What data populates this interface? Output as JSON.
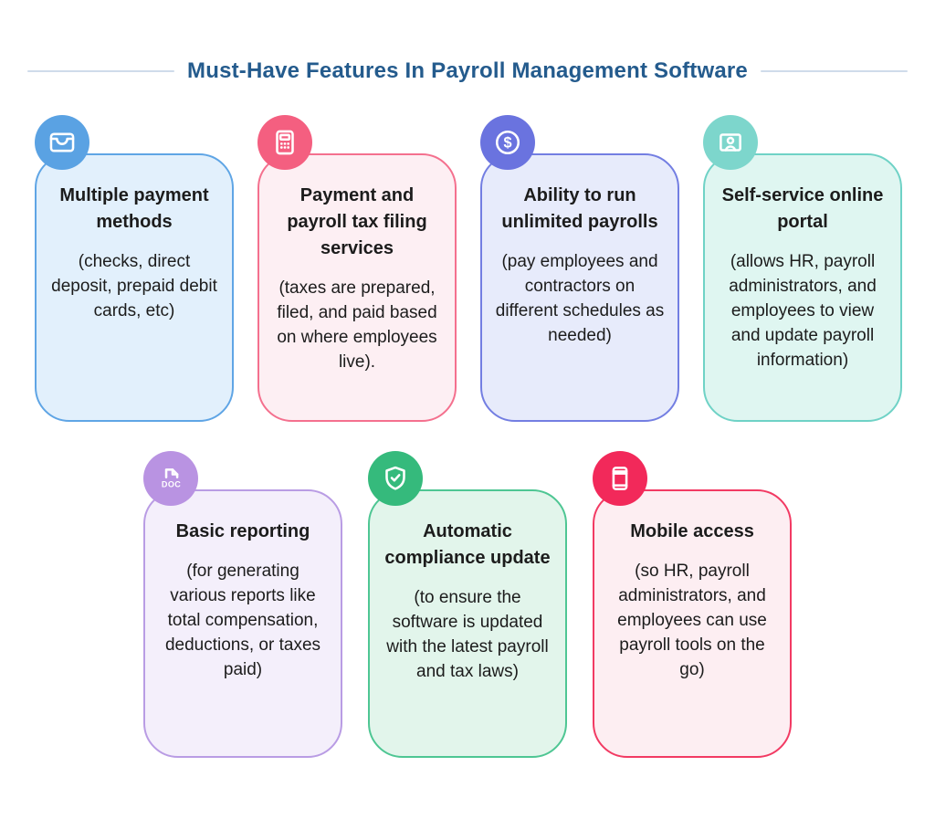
{
  "header": {
    "title": "Must-Have Features In Payroll Management Software",
    "title_color": "#245b8d",
    "rule_color": "#cfdbea"
  },
  "icon_glyphs": {
    "dollar": "$",
    "doc": "DOC"
  },
  "cards": [
    {
      "name": "multiple-payment-methods",
      "icon": "wallet-icon",
      "title": "Multiple payment methods",
      "body": "(checks, direct deposit, prepaid debit cards, etc)",
      "colors": {
        "circle": "#5aa2e3",
        "border": "#5fa5e5",
        "bg": "#e2f0fc"
      }
    },
    {
      "name": "payment-and-payroll-tax-filing-services",
      "icon": "calculator-icon",
      "title": "Payment and payroll tax filing services",
      "body": "(taxes are prepared, filed, and paid based on where employees live).",
      "colors": {
        "circle": "#f45f80",
        "border": "#f4708e",
        "bg": "#fdeff3"
      }
    },
    {
      "name": "ability-to-run-unlimited-payrolls",
      "icon": "dollar-circle-icon",
      "title": "Ability to run unlimited payrolls",
      "body": "(pay employees and contractors on different schedules as needed)",
      "colors": {
        "circle": "#6a73df",
        "border": "#737ee2",
        "bg": "#e7ebfb"
      }
    },
    {
      "name": "self-service-online-portal",
      "icon": "id-badge-icon",
      "title": "Self-service online portal",
      "body": "(allows HR, payroll administrators, and employees to view and update payroll information)",
      "colors": {
        "circle": "#7dd6cc",
        "border": "#6fd2c6",
        "bg": "#dff6f1"
      }
    },
    {
      "name": "basic-reporting",
      "icon": "doc-file-icon",
      "title": "Basic reporting",
      "body": "(for generating various reports like total compensation, deductions, or taxes paid)",
      "colors": {
        "circle": "#b993e2",
        "border": "#b99ce4",
        "bg": "#f4effb"
      }
    },
    {
      "name": "automatic-compliance-update",
      "icon": "shield-check-icon",
      "title": "Automatic compliance update",
      "body": "(to ensure the software is updated with the latest payroll and tax laws)",
      "colors": {
        "circle": "#35ba7c",
        "border": "#4ec693",
        "bg": "#e2f5eb"
      }
    },
    {
      "name": "mobile-access",
      "icon": "mobile-device-icon",
      "title": "Mobile access",
      "body": "(so HR, payroll administrators, and employees can use payroll tools on the go)",
      "colors": {
        "circle": "#f2295a",
        "border": "#f23a63",
        "bg": "#fdeef2"
      }
    }
  ]
}
